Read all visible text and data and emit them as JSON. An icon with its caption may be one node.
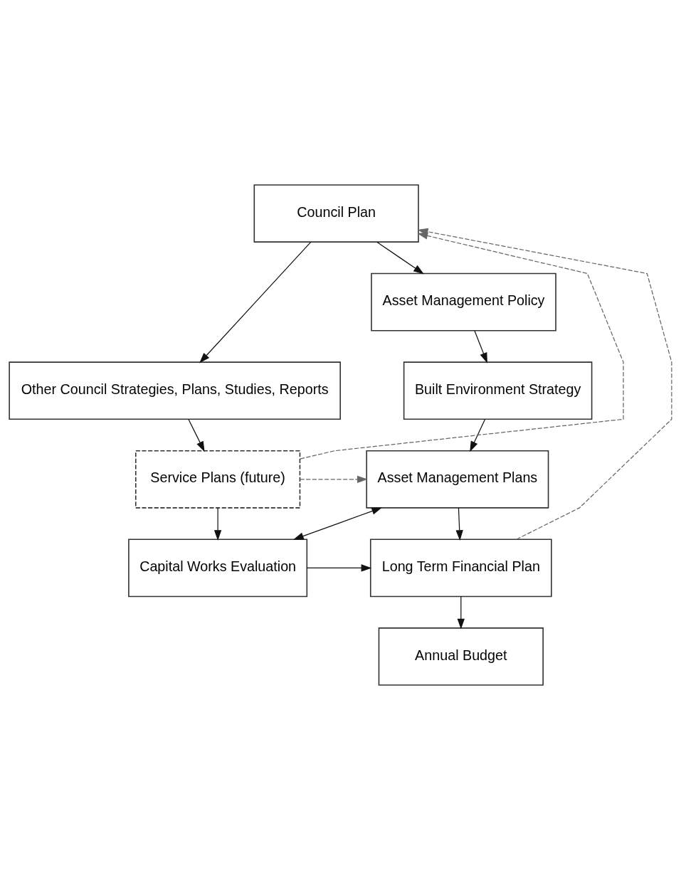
{
  "diagram": {
    "nodes": [
      {
        "text": [
          "Council Plan"
        ]
      },
      {
        "text": [
          "Asset Management Policy"
        ]
      },
      {
        "text": [
          "Other Council Strategies, Plans, Studies, Reports"
        ]
      },
      {
        "text": [
          "Built Environment Strategy"
        ]
      },
      {
        "text": [
          "Service Plans (future)"
        ]
      },
      {
        "text": [
          "Asset Management Plans"
        ]
      },
      {
        "text": [
          "Capital Works Evaluation"
        ]
      },
      {
        "text": [
          "Long Term Financial Plan"
        ]
      },
      {
        "text": [
          "Annual Budget"
        ]
      }
    ],
    "edges": [
      {
        "from": 0,
        "to": 1,
        "arrow": "to"
      },
      {
        "from": 0,
        "to": 2,
        "arrow": "to"
      },
      {
        "from": 1,
        "to": 3,
        "arrow": "to"
      },
      {
        "from": 2,
        "to": 4,
        "arrow": "to"
      },
      {
        "from": 3,
        "to": 5,
        "arrow": "to"
      },
      {
        "from": 4,
        "to": 5,
        "arrow": "to",
        "style": "dashed",
        "color": "#666666"
      },
      {
        "from": 4,
        "to": 0,
        "arrow": "to",
        "style": "dashed",
        "color": "#666666"
      },
      {
        "from": 4,
        "to": 6,
        "arrow": "to"
      },
      {
        "from": 5,
        "to": 6,
        "arrow": "both"
      },
      {
        "from": 5,
        "to": 7,
        "arrow": "to"
      },
      {
        "from": 6,
        "to": 7,
        "arrow": "to"
      },
      {
        "from": 7,
        "to": 0,
        "arrow": "to",
        "style": "dashed",
        "color": "#666666"
      },
      {
        "from": 7,
        "to": 8,
        "arrow": "to"
      }
    ]
  }
}
